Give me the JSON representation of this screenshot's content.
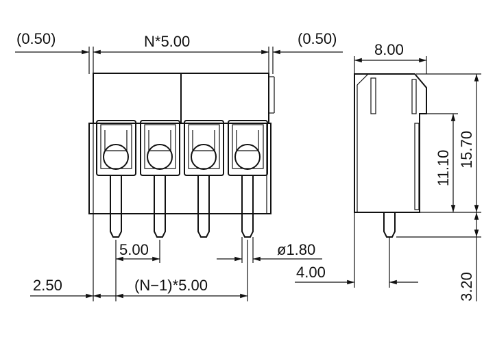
{
  "dimensions": {
    "left_clearance": "(0.50)",
    "total_width": "N*5.00",
    "right_clearance": "(0.50)",
    "side_width": "8.00",
    "height_total": "15.70",
    "height_body": "11.10",
    "pin_pitch": "5.00",
    "pin_diameter": "ø1.80",
    "edge_offset": "2.50",
    "pin_span": "(N−1)*5.00",
    "pin_offset": "4.00",
    "pin_length": "3.20"
  }
}
